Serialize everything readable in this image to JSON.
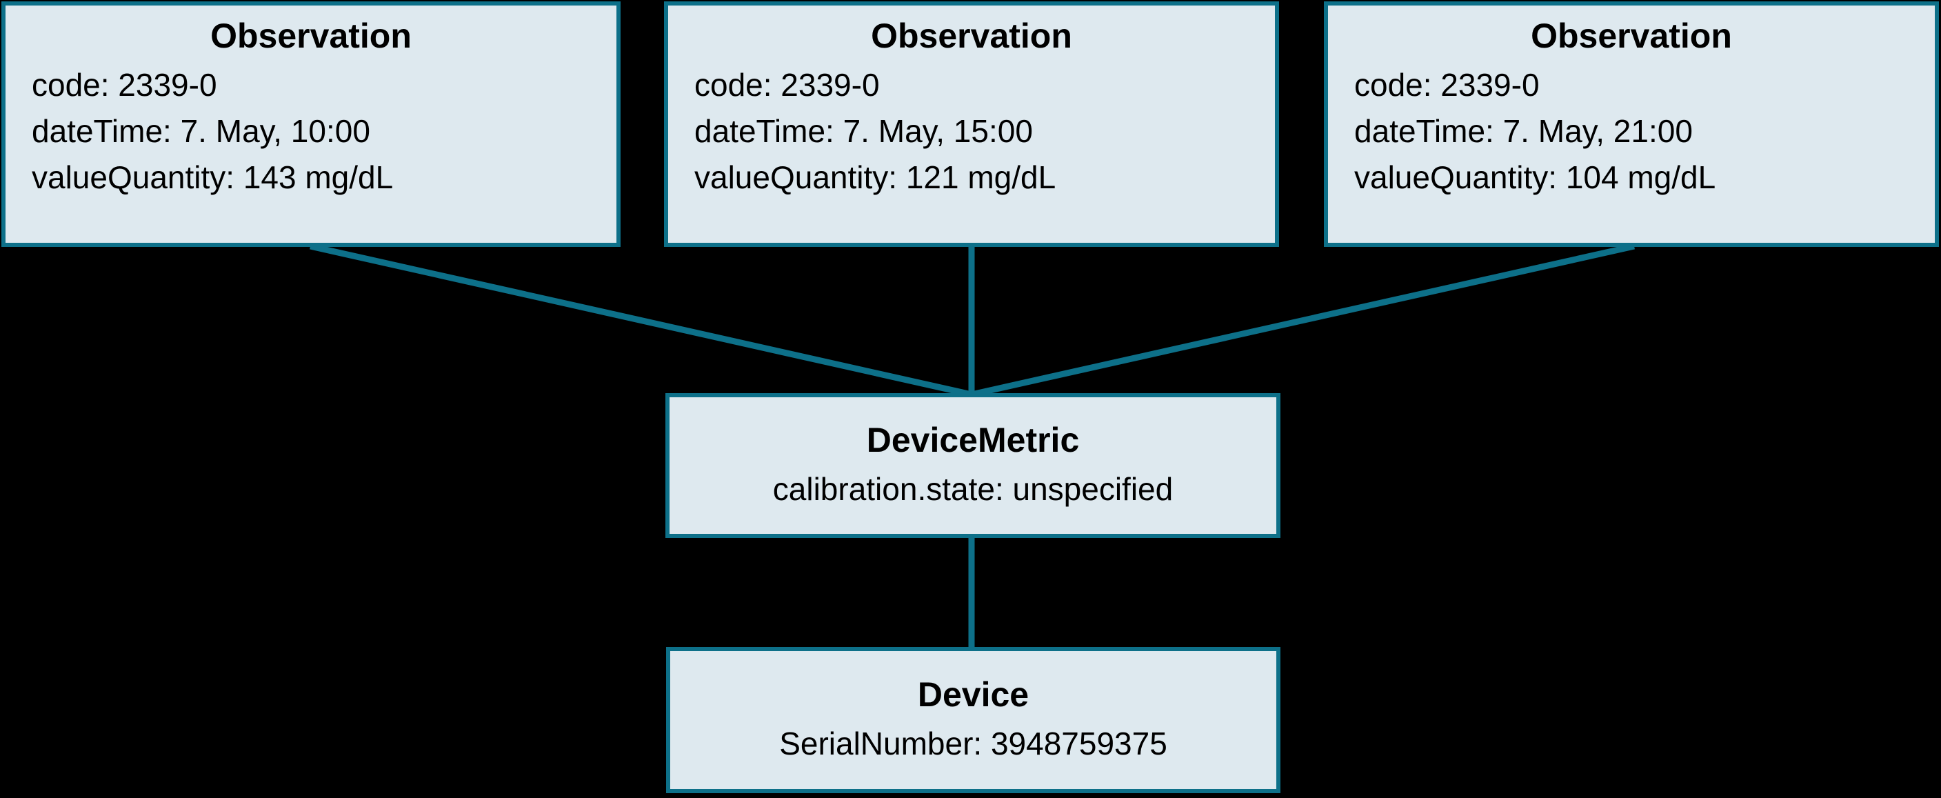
{
  "diagram": {
    "title": "Observation to DeviceMetric to Device relationship",
    "background_color": "#000000",
    "node_fill_color": "#dee9ef",
    "node_border_color": "#0d7089",
    "connector_color": "#0d7089",
    "text_color": "#000000"
  },
  "nodes": {
    "observation_1": {
      "title": "Observation",
      "attributes": [
        "code: 2339-0",
        "dateTime: 7. May, 10:00",
        "valueQuantity: 143 mg/dL"
      ]
    },
    "observation_2": {
      "title": "Observation",
      "attributes": [
        "code: 2339-0",
        "dateTime: 7. May, 15:00",
        "valueQuantity: 121 mg/dL"
      ]
    },
    "observation_3": {
      "title": "Observation",
      "attributes": [
        "code: 2339-0",
        "dateTime: 7. May, 21:00",
        "valueQuantity: 104 mg/dL"
      ]
    },
    "device_metric": {
      "title": "DeviceMetric",
      "attributes": [
        "calibration.state: unspecified"
      ]
    },
    "device": {
      "title": "Device",
      "attributes": [
        "SerialNumber: 3948759375"
      ]
    }
  },
  "connectors": [
    {
      "name": "observation-1-to-device-metric",
      "from": "observation_1",
      "to": "device_metric",
      "style": "diagonal"
    },
    {
      "name": "observation-2-to-device-metric",
      "from": "observation_2",
      "to": "device_metric",
      "style": "vertical"
    },
    {
      "name": "observation-3-to-device-metric",
      "from": "observation_3",
      "to": "device_metric",
      "style": "diagonal"
    },
    {
      "name": "device-metric-to-device",
      "from": "device_metric",
      "to": "device",
      "style": "vertical"
    }
  ]
}
